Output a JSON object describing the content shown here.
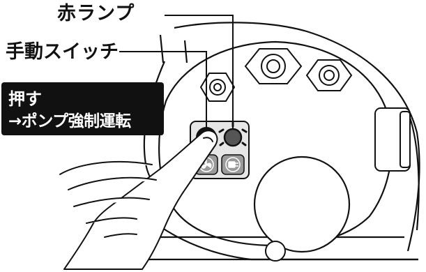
{
  "callouts": {
    "red_lamp": "赤ランプ",
    "manual_switch": "手動スイッチ"
  },
  "instruction": {
    "line1": "押す",
    "line2": "→ポンプ強制運転"
  },
  "colors": {
    "line_art": "#111111",
    "panel_fill": "#e6e6e6",
    "switch_button": "#111111",
    "red_lamp": "#555555",
    "instruction_bg": "#111111",
    "instruction_text": "#ffffff"
  },
  "icons": {
    "left_panel_icon": "fan-icon",
    "right_panel_icon": "plug-icon"
  }
}
